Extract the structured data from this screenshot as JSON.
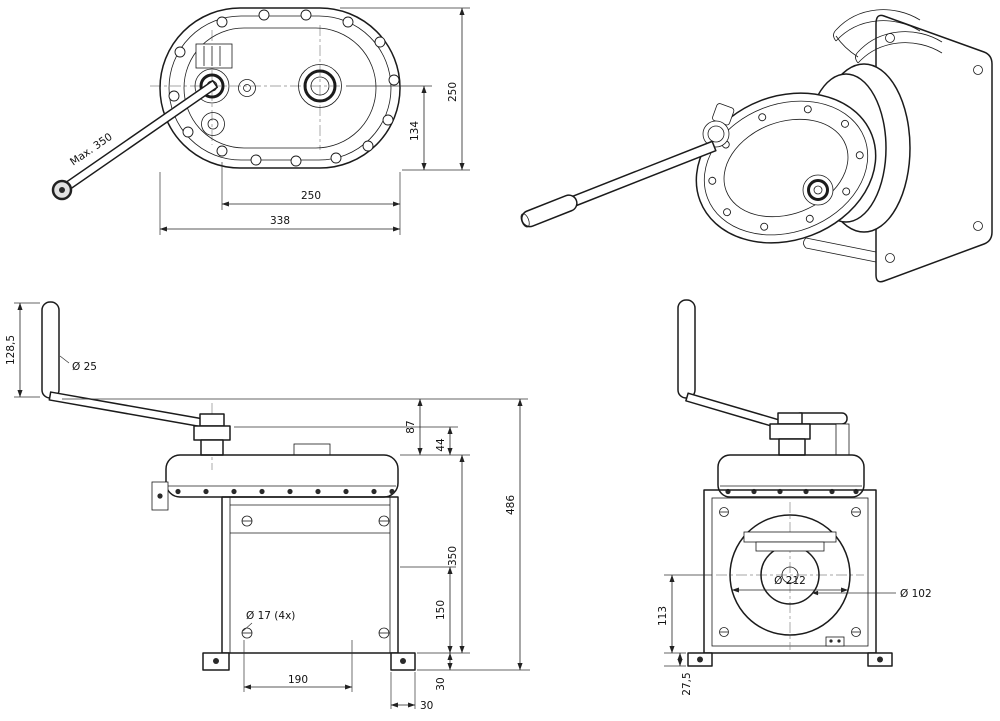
{
  "drawing": {
    "background": "#ffffff",
    "line_color": "#1b1b1b"
  },
  "views": {
    "top": {
      "name": "top view",
      "handle_label": "Max. 350",
      "dim_height_outer": "250",
      "dim_height_inner": "134",
      "dim_width_inner": "250",
      "dim_width_outer": "338"
    },
    "iso": {
      "name": "isometric view"
    },
    "front": {
      "name": "front view",
      "dim_crank_length": "128,5",
      "dim_grip_dia": "Ø 25",
      "dim_87": "87",
      "dim_44": "44",
      "dim_350": "350",
      "dim_150": "150",
      "dim_30_right": "30",
      "dim_486": "486",
      "dim_190": "190",
      "dim_30_bottom": "30",
      "dim_holes": "Ø 17  (4x)"
    },
    "side": {
      "name": "side view",
      "dim_drum_dia": "Ø 212",
      "dim_hub_dia": "Ø 102",
      "dim_113": "113",
      "dim_27_5": "27,5"
    }
  }
}
